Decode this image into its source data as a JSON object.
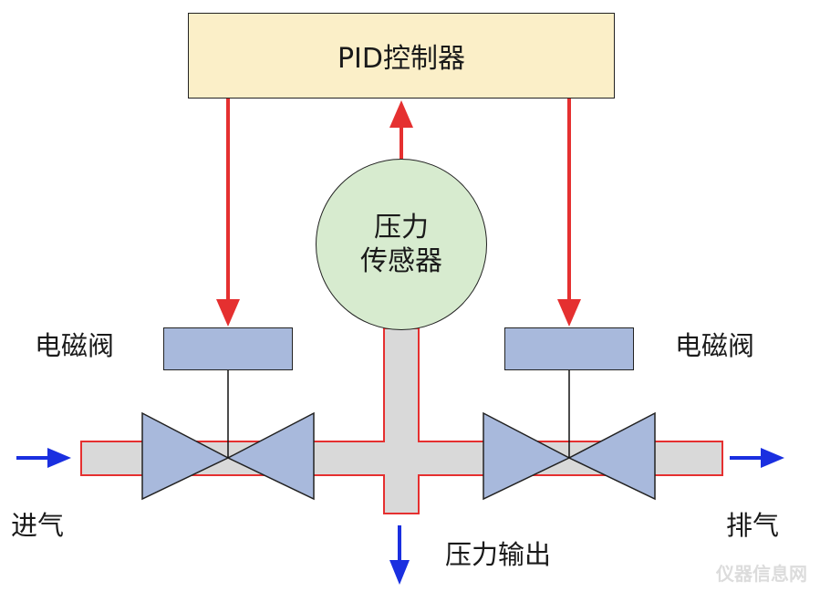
{
  "controller": {
    "label": "PID控制器"
  },
  "sensor": {
    "line1": "压力",
    "line2": "传感器"
  },
  "valves": {
    "left_label": "电磁阀",
    "right_label": "电磁阀"
  },
  "flow": {
    "inlet": "进气",
    "exhaust": "排气",
    "pressure_output": "压力输出"
  },
  "watermark": {
    "text": "仪器信息网"
  },
  "colors": {
    "signal_arrow": "#e53030",
    "flow_arrow": "#1a2fe0",
    "pipe_fill": "#d9d9d9",
    "pipe_stroke": "#e53030",
    "valve_fill": "#a8b9dc",
    "controller_fill": "#fbefc8",
    "sensor_fill": "#d7ebcf"
  }
}
